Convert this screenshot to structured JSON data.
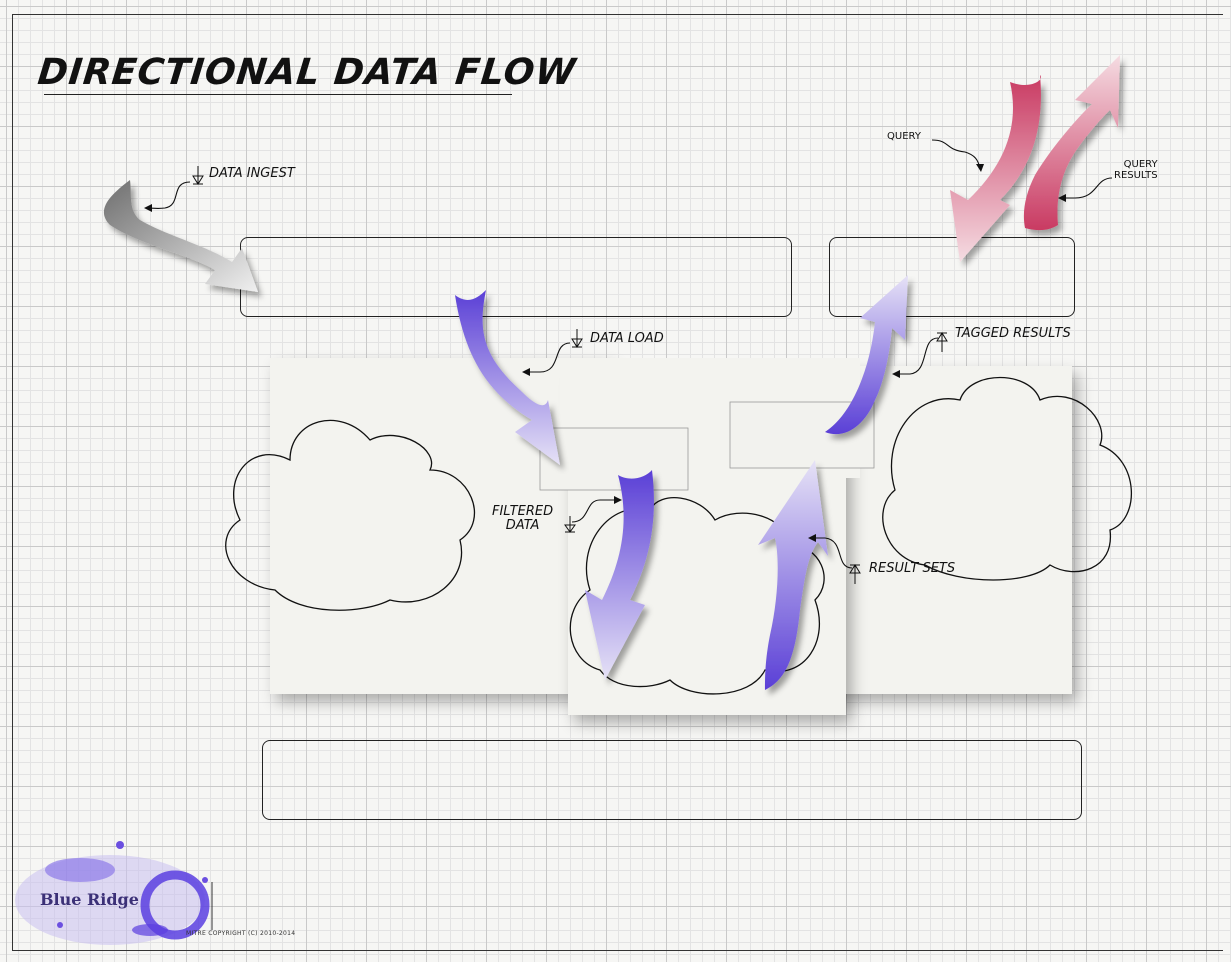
{
  "title": "DIRECTIONAL DATA FLOW",
  "labels": {
    "data_ingest": "DATA INGEST",
    "data_load": "DATA LOAD",
    "filtered_data": "FILTERED\nDATA",
    "result_sets": "RESULT SETS",
    "tagged_results": "TAGGED RESULTS",
    "query": "QUERY",
    "query_results": "QUERY\nRESULTS"
  },
  "logo": {
    "text": "Blue Ridge",
    "copyright": "MITRE COPYRIGHT (C) 2010-2014"
  },
  "colors": {
    "ingest_arrow": "#8a8a8a",
    "flow_arrow": "#6f58d8",
    "query_arrow": "#d24e72",
    "logo": "#6b4fe0"
  },
  "icons": {
    "down_flow_symbol": "down-arrow-triangle-icon",
    "up_flow_symbol": "up-arrow-triangle-icon"
  }
}
